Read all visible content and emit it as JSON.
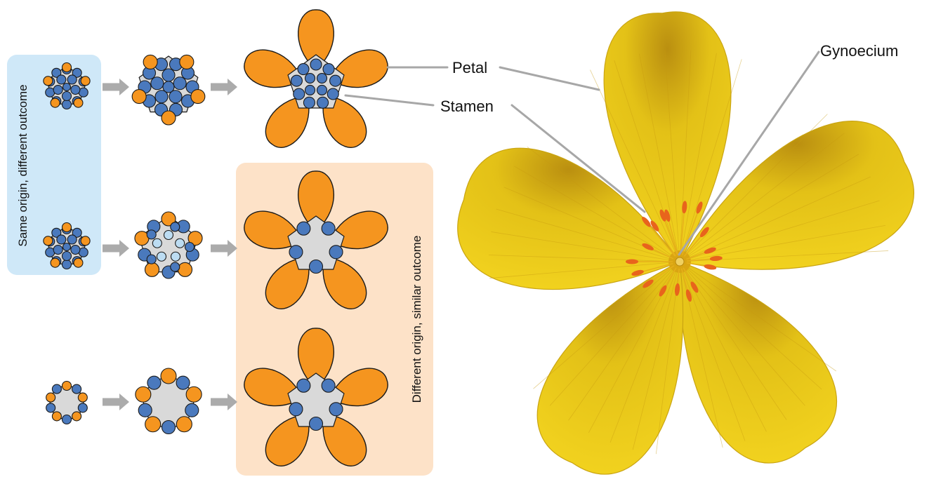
{
  "labels": {
    "petal": "Petal",
    "stamen": "Stamen",
    "gynoecium": "Gynoecium"
  },
  "groups": {
    "same": "Same origin, different outcome",
    "different": "Different origin, similar outcome"
  },
  "colors": {
    "petal": "#f5951f",
    "stamen": "#4a79bd",
    "stamen_reduced": "#bcdcf2",
    "receptacle": "#d9d9d9",
    "outline": "#1a1a1a",
    "arrow": "#ababab",
    "box_same": "#cfe8f8",
    "box_different": "#fde2c8",
    "flower_yellow": "#f2d21a",
    "anther_orange": "#e8641c",
    "leader_line": "#a7a7a7"
  },
  "icons": {
    "arrow": "right-arrow-icon",
    "flower_photo": "yellow-five-petal-flower"
  }
}
